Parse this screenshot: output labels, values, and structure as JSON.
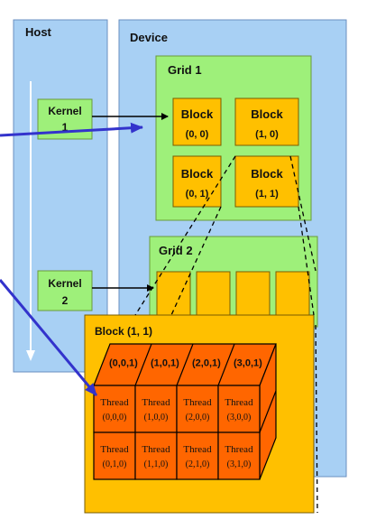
{
  "host": {
    "title": "Host"
  },
  "device": {
    "title": "Device"
  },
  "kernels": [
    {
      "line1": "Kernel",
      "line2": "1"
    },
    {
      "line1": "Kernel",
      "line2": "2"
    }
  ],
  "grid1": {
    "title": "Grid 1",
    "blocks": [
      {
        "name": "Block",
        "coord": "(0, 0)"
      },
      {
        "name": "Block",
        "coord": "(1, 0)"
      },
      {
        "name": "Block",
        "coord": "(0, 1)"
      },
      {
        "name": "Block",
        "coord": "(1, 1)"
      }
    ]
  },
  "grid2": {
    "title": "Grid 2"
  },
  "block_detail": {
    "title": "Block (1, 1)",
    "back_labels": [
      "(0,0,1)",
      "(1,0,1)",
      "(2,0,1)",
      "(3,0,1)"
    ],
    "threads": [
      {
        "name": "Thread",
        "coord": "(0,0,0)"
      },
      {
        "name": "Thread",
        "coord": "(1,0,0)"
      },
      {
        "name": "Thread",
        "coord": "(2,0,0)"
      },
      {
        "name": "Thread",
        "coord": "(3,0,0)"
      },
      {
        "name": "Thread",
        "coord": "(0,1,0)"
      },
      {
        "name": "Thread",
        "coord": "(1,1,0)"
      },
      {
        "name": "Thread",
        "coord": "(2,1,0)"
      },
      {
        "name": "Thread",
        "coord": "(3,1,0)"
      }
    ]
  },
  "colors": {
    "host_bg": "#a8d0f4",
    "device_bg": "#a8d0f4",
    "grid_bg": "#9ef07a",
    "block_bg": "#ffc000",
    "thread_bg": "#ff6600",
    "arrow": "#3333cc"
  }
}
